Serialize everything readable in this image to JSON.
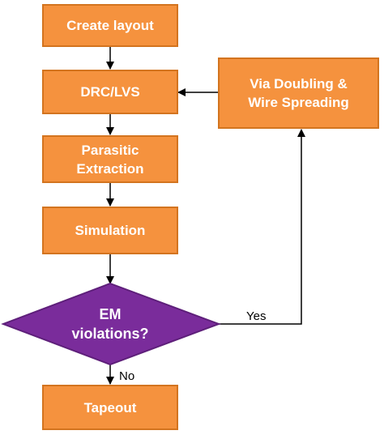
{
  "diagram": {
    "nodes": {
      "create_layout": "Create layout",
      "drc_lvs": "DRC/LVS",
      "parasitic_extraction": "Parasitic\nExtraction",
      "simulation": "Simulation",
      "em_violations": "EM\nviolations?",
      "tapeout": "Tapeout",
      "via_doubling": "Via Doubling &\nWire Spreading"
    },
    "edges": {
      "yes_label": "Yes",
      "no_label": "No"
    },
    "colors": {
      "process_fill": "#f5923e",
      "process_border": "#d3741f",
      "decision_fill": "#7a2c9b",
      "decision_border": "#5e1f7a",
      "arrow": "#000000"
    }
  }
}
